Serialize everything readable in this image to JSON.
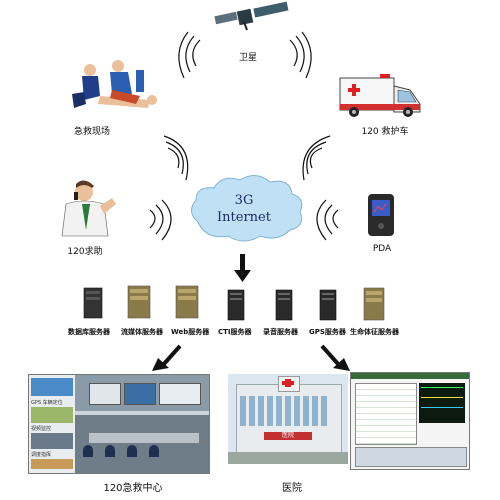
{
  "nodes": {
    "satellite": {
      "label": "卫星"
    },
    "scene": {
      "label": "急救现场"
    },
    "ambulance": {
      "label": "120 救护车"
    },
    "caller": {
      "label": "120求助"
    },
    "pda": {
      "label": "PDA"
    },
    "cloud": {
      "line1": "3G",
      "line2": "Internet"
    }
  },
  "servers": [
    {
      "label": "数据库服务器"
    },
    {
      "label": "流媒体服务器"
    },
    {
      "label": "Web服务器"
    },
    {
      "label": "CTI服务器"
    },
    {
      "label": "录音服务器"
    },
    {
      "label": "GPS服务器"
    },
    {
      "label": "生命体征服务器"
    }
  ],
  "bottom": {
    "center_label": "120急救中心",
    "hospital_label": "医院",
    "left_panels": [
      "GPS 车辆定位",
      "视频监控",
      "调度指挥"
    ],
    "hospital_sign": "医院"
  },
  "colors": {
    "ambulance_cross": "#e02020",
    "cloud_fill": "#bfe0f5",
    "arrow": "#111111"
  }
}
